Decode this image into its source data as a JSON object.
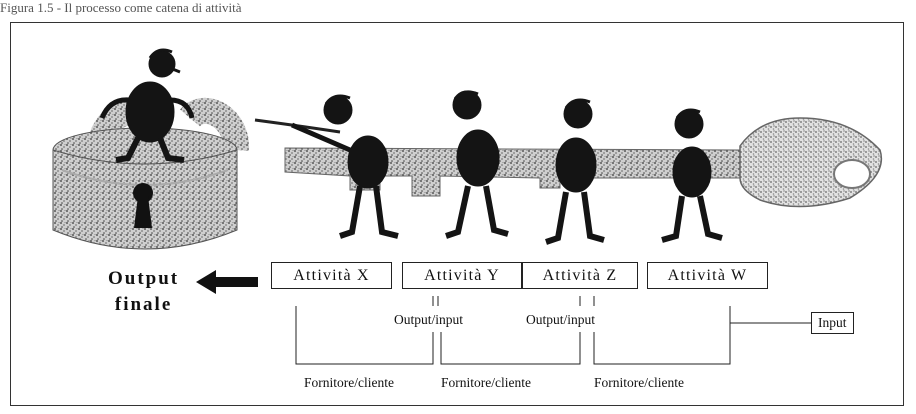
{
  "caption": "Figura 1.5 - Il processo come catena di attività",
  "output_final": {
    "line1": "Output",
    "line2": "finale"
  },
  "activities": [
    "Attività X",
    "Attività Y",
    "Attività Z",
    "Attività W"
  ],
  "output_input_labels": [
    "Output/input",
    "Output/input"
  ],
  "supplier_labels": [
    "Fornitore/cliente",
    "Fornitore/cliente",
    "Fornitore/cliente"
  ],
  "input_label": "Input",
  "colors": {
    "ink": "#111111",
    "stipple": "#9a9a9a",
    "body": "#141414"
  }
}
